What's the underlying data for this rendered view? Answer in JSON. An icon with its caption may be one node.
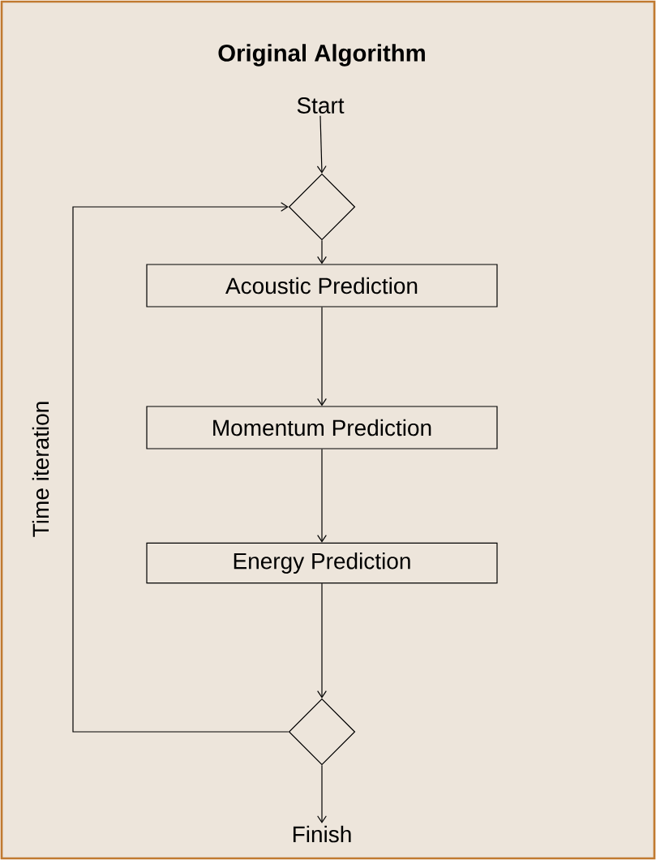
{
  "diagram": {
    "title": "Original Algorithm",
    "nodes": [
      {
        "text": [
          "Start"
        ]
      },
      {
        "text": [],
        "shape": "diamond"
      },
      {
        "text": [
          "Acoustic Prediction"
        ]
      },
      {
        "text": [
          "Momentum Prediction"
        ]
      },
      {
        "text": [
          "Energy Prediction"
        ]
      },
      {
        "text": [],
        "shape": "diamond"
      },
      {
        "text": [
          "Finish"
        ]
      }
    ],
    "edges": [
      {
        "from": 0,
        "to": 1,
        "arrow": "to"
      },
      {
        "from": 1,
        "to": 2,
        "arrow": "to"
      },
      {
        "from": 2,
        "to": 3,
        "arrow": "to"
      },
      {
        "from": 3,
        "to": 4,
        "arrow": "to"
      },
      {
        "from": 4,
        "to": 5,
        "arrow": "to"
      },
      {
        "from": 5,
        "to": 6,
        "arrow": "to"
      },
      {
        "from": 5,
        "to": 1,
        "arrow": "to",
        "label": "Time iteration"
      }
    ]
  }
}
